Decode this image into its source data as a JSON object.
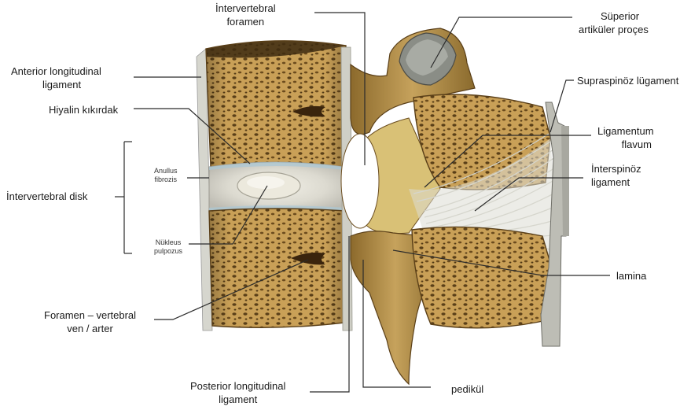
{
  "labels": {
    "intervertebral_foramen": [
      "İntervertebral",
      "foramen"
    ],
    "superior_articular": [
      "Süperior",
      "artiküler proçes"
    ],
    "anterior_ligament": [
      "Anterior longitudinal",
      "ligament"
    ],
    "hyaline": "Hiyalin kıkırdak",
    "supraspinous": "Supraspinöz lügament",
    "flavum": [
      "Ligamentum",
      "flavum"
    ],
    "interspinous": [
      "İnterspinöz",
      "ligament"
    ],
    "disk": "İntervertebral disk",
    "anulus": [
      "Anullus",
      "fibrozis"
    ],
    "nucleus": [
      "Nükleus",
      "pulpozus"
    ],
    "lamina": "lamina",
    "foramen_vessel": [
      "Foramen – vertebral",
      "ven / arter"
    ],
    "posterior_ligament": [
      "Posterior longitudinal",
      "ligament"
    ],
    "pedicle": "pedikül"
  },
  "colors": {
    "bone": "#c39a4c",
    "bone_dark": "#6b4d1f",
    "disc": "#e2e0d8",
    "ligament": "#d9d9d0",
    "line": "#2b2b2b"
  }
}
